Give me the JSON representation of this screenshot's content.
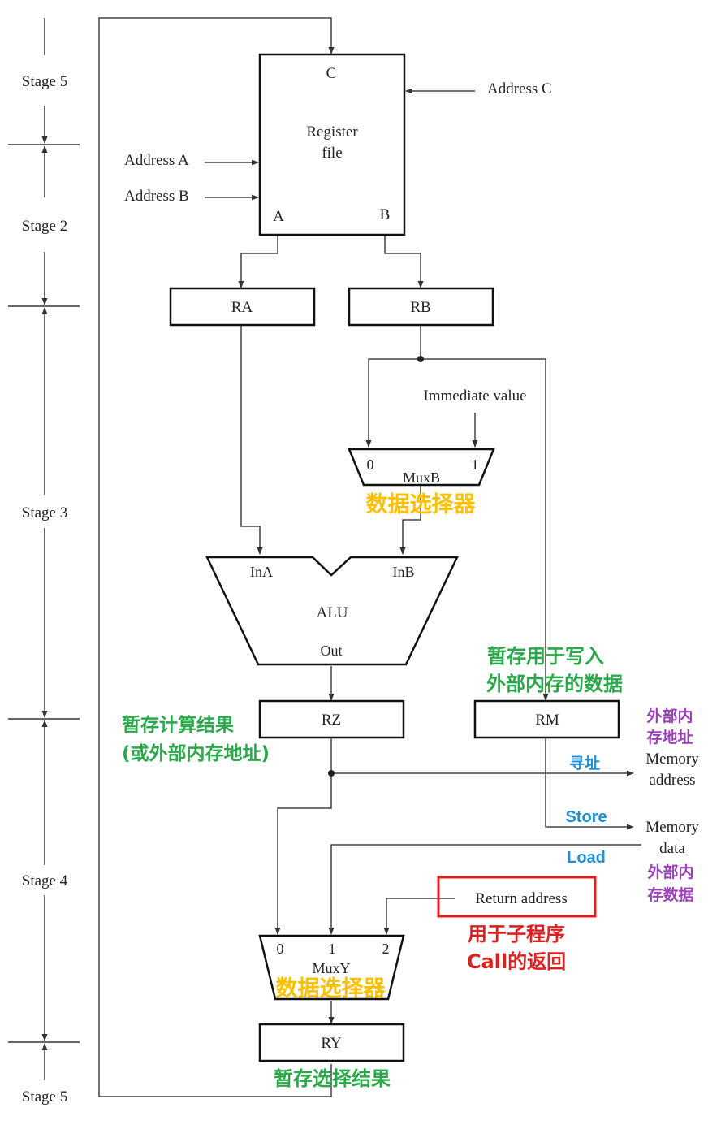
{
  "stages": [
    "Stage 5",
    "Stage 2",
    "Stage 3",
    "Stage 4",
    "Stage 5"
  ],
  "register_file": {
    "title_line1": "Register",
    "title_line2": "file",
    "port_c": "C",
    "port_a": "A",
    "port_b": "B",
    "address_a": "Address A",
    "address_b": "Address B",
    "address_c": "Address C"
  },
  "registers": {
    "ra": "RA",
    "rb": "RB",
    "rz": "RZ",
    "rm": "RM",
    "ry": "RY"
  },
  "muxb": {
    "name": "MuxB",
    "in0": "0",
    "in1": "1",
    "input_label": "Immediate value"
  },
  "alu": {
    "name": "ALU",
    "in_a": "InA",
    "in_b": "InB",
    "out": "Out"
  },
  "muxy": {
    "name": "MuxY",
    "in0": "0",
    "in1": "1",
    "in2": "2",
    "return_address": "Return address"
  },
  "memory": {
    "address_line1": "Memory",
    "address_line2": "address",
    "data_line1": "Memory",
    "data_line2": "data"
  },
  "annotations": {
    "mux_selector": "数据选择器",
    "rm_note_line1": "暂存用于写入",
    "rm_note_line2": "外部内存的数据",
    "rz_note_line1": "暂存计算结果",
    "rz_note_line2": "(或外部内存地址)",
    "mem_addr_note_line1": "外部内",
    "mem_addr_note_line2": "存地址",
    "addressing": "寻址",
    "store": "Store",
    "load": "Load",
    "mem_data_note_line1": "外部内",
    "mem_data_note_line2": "存数据",
    "call_note_line1": "用于子程序",
    "call_note_line2": "Call的返回",
    "ry_note": "暂存选择结果"
  },
  "colors": {
    "mux_label": "#FFC000",
    "green_note": "#2BA84A",
    "purple_note": "#9B40B8",
    "blue_note": "#1E90D6",
    "red_note": "#E02020"
  }
}
